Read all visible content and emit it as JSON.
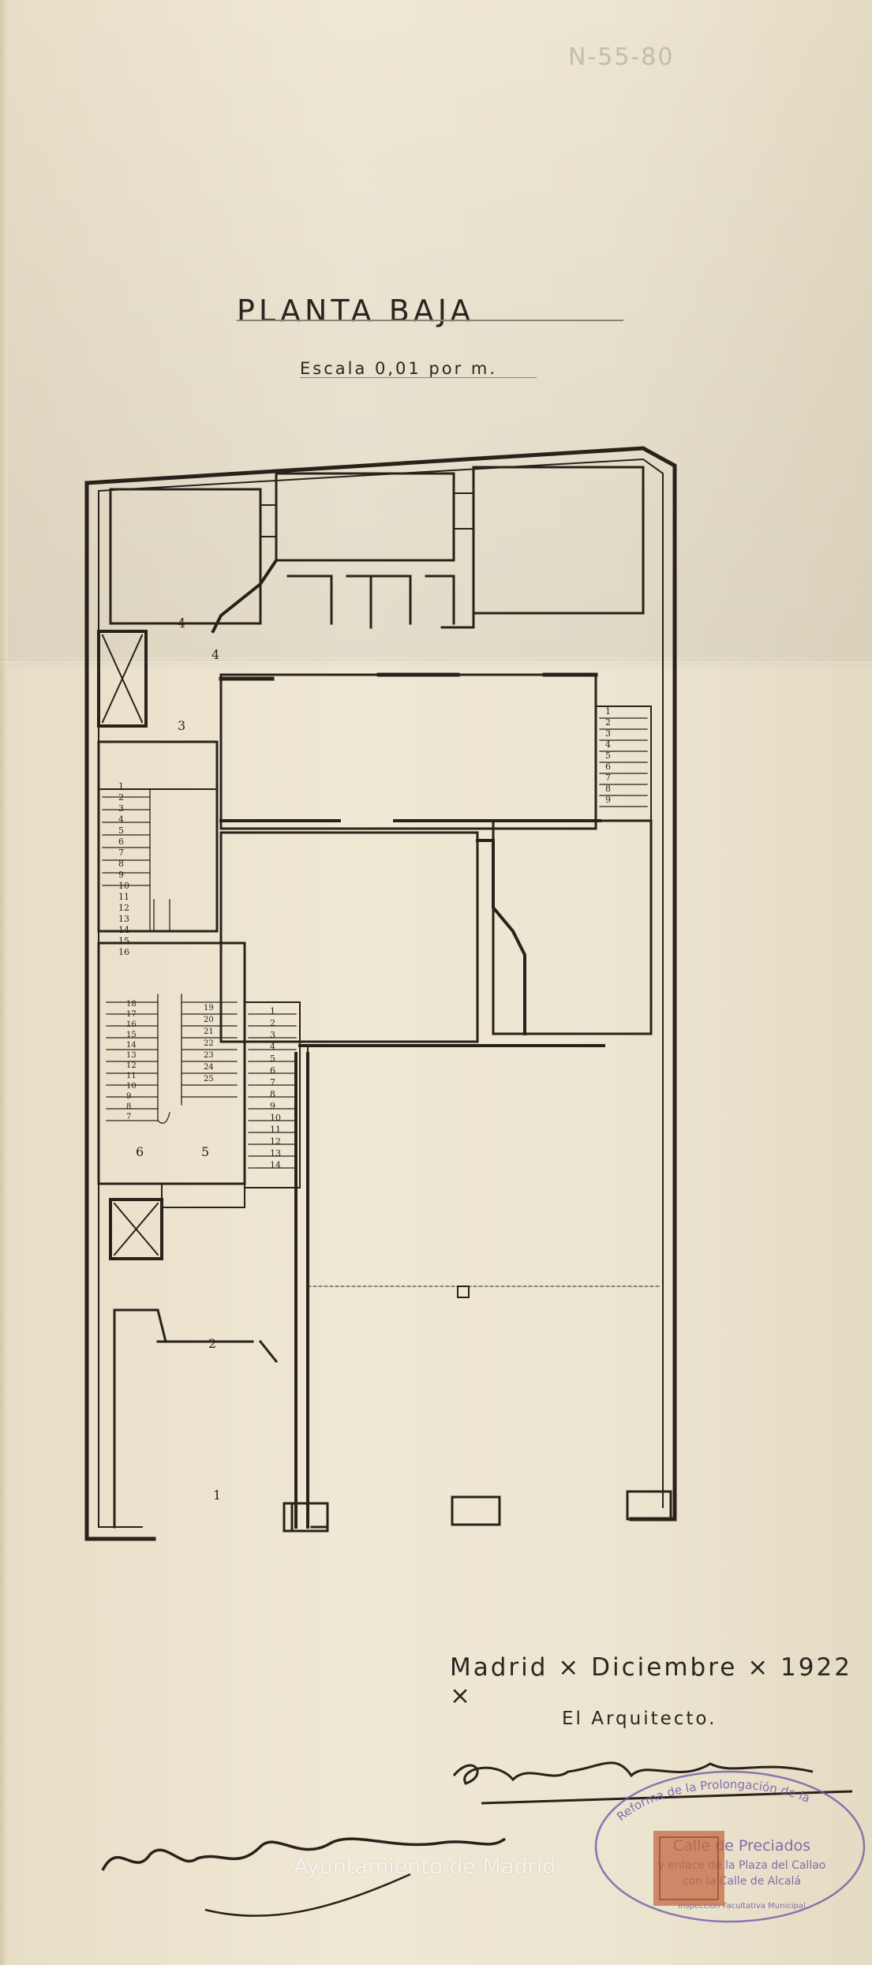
{
  "document": {
    "title": "Planta Baja",
    "scale": "Escala 0,01 por m.",
    "pencil_note": "N-55-80",
    "date_line": "Madrid × Diciembre × 1922 ×",
    "signature_block": "El Arquitecto.",
    "watermark": "Ayuntamiento de Madrid"
  },
  "plan": {
    "room_labels": [
      "1",
      "2",
      "3",
      "4",
      "4",
      "5",
      "6"
    ],
    "stair_a_steps": [
      "1",
      "2",
      "3",
      "4",
      "5",
      "6",
      "7",
      "8",
      "9",
      "10",
      "11",
      "12",
      "13",
      "14",
      "15",
      "16"
    ],
    "stair_b_steps": [
      "1",
      "2",
      "3",
      "4",
      "5",
      "6",
      "7",
      "8",
      "9"
    ],
    "stair_c_left_steps": [
      "7",
      "8",
      "9",
      "10",
      "11",
      "12",
      "13",
      "14",
      "15",
      "16",
      "17",
      "18"
    ],
    "stair_c_right_steps": [
      "19",
      "20",
      "21",
      "22",
      "23",
      "24",
      "25"
    ],
    "stair_d_steps": [
      "1",
      "2",
      "3",
      "4",
      "5",
      "6",
      "7",
      "8",
      "9",
      "10",
      "11",
      "12",
      "13",
      "14"
    ]
  },
  "stamp": {
    "ring_text": "Reforma de la Prolongación de la",
    "line1": "Calle de Preciados",
    "line2": "y enlace de la Plaza del Callao",
    "line3": "con la Calle de Alcalá",
    "line4": "Inspección Facultativa Municipal"
  },
  "colors": {
    "ink": "#2a221a",
    "paper": "#ece4cf",
    "stamp": "#6f5aa6",
    "postage": "#c46a44"
  }
}
